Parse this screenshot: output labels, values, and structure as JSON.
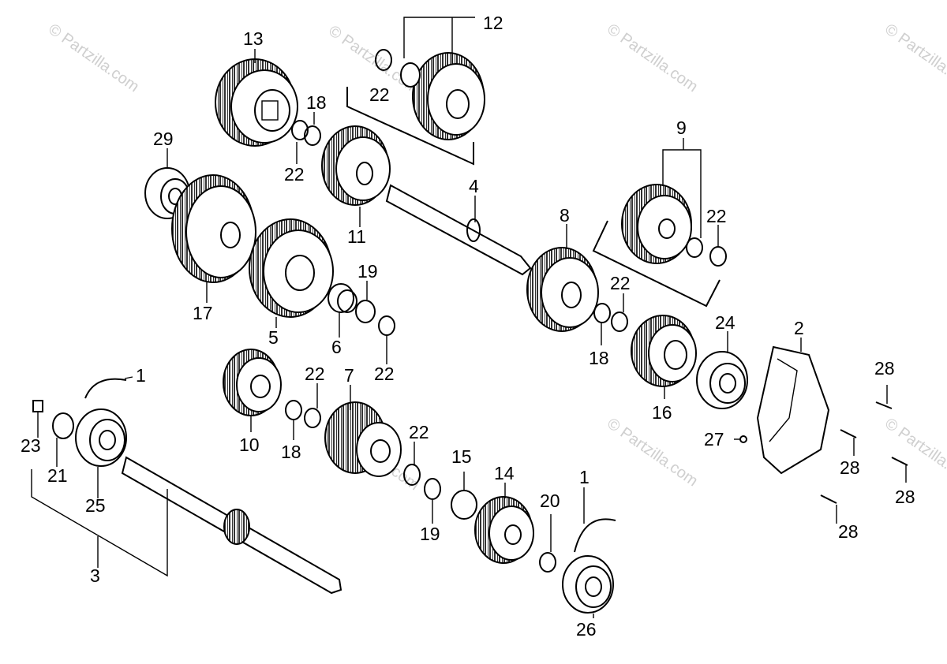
{
  "watermarks": [
    {
      "text": "© Partzilla.com"
    },
    {
      "text": "© Partzilla.com"
    },
    {
      "text": "© Partzilla.com"
    },
    {
      "text": "© Partzilla.com"
    },
    {
      "text": "© Partzilla.com"
    },
    {
      "text": "© Partzilla.com"
    },
    {
      "text": "© Partzilla.com"
    }
  ],
  "callouts": [
    {
      "label": "12"
    },
    {
      "label": "13"
    },
    {
      "label": "22"
    },
    {
      "label": "18"
    },
    {
      "label": "29"
    },
    {
      "label": "22"
    },
    {
      "label": "9"
    },
    {
      "label": "4"
    },
    {
      "label": "22"
    },
    {
      "label": "11"
    },
    {
      "label": "8"
    },
    {
      "label": "17"
    },
    {
      "label": "19"
    },
    {
      "label": "22"
    },
    {
      "label": "5"
    },
    {
      "label": "6"
    },
    {
      "label": "22"
    },
    {
      "label": "18"
    },
    {
      "label": "24"
    },
    {
      "label": "2"
    },
    {
      "label": "1"
    },
    {
      "label": "22"
    },
    {
      "label": "7"
    },
    {
      "label": "28"
    },
    {
      "label": "16"
    },
    {
      "label": "23"
    },
    {
      "label": "10"
    },
    {
      "label": "18"
    },
    {
      "label": "22"
    },
    {
      "label": "27"
    },
    {
      "label": "28"
    },
    {
      "label": "21"
    },
    {
      "label": "15"
    },
    {
      "label": "28"
    },
    {
      "label": "14"
    },
    {
      "label": "25"
    },
    {
      "label": "1"
    },
    {
      "label": "20"
    },
    {
      "label": "28"
    },
    {
      "label": "19"
    },
    {
      "label": "3"
    },
    {
      "label": "26"
    }
  ]
}
